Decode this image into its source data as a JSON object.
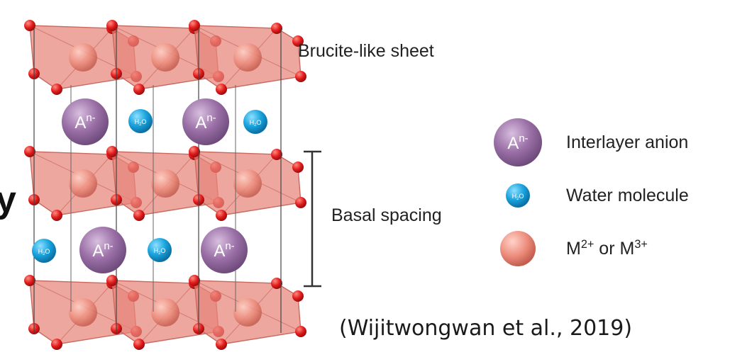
{
  "labels": {
    "brucite_sheet": "Brucite-like sheet",
    "basal_spacing": "Basal spacing",
    "citation": "(Wijitwongwan et al., 2019)",
    "edge_fragment": "y"
  },
  "atoms": {
    "anion_base": "A",
    "anion_charge": "n-",
    "water_h": "H",
    "water_sub": "2",
    "water_o": "O"
  },
  "legend": {
    "anion": {
      "label": "Interlayer anion"
    },
    "water": {
      "label": "Water molecule"
    },
    "metal": {
      "base1": "M",
      "sup1": "2+",
      "mid": " or ",
      "base2": "M",
      "sup2": "3+"
    }
  },
  "colors": {
    "octahedron_fill": "#e8857a",
    "octahedron_edge": "#c86a60",
    "metal_center": "#e67a68",
    "oxygen": "#e01b1b",
    "anion": "#9a6fa6",
    "water": "#1aa4de"
  }
}
